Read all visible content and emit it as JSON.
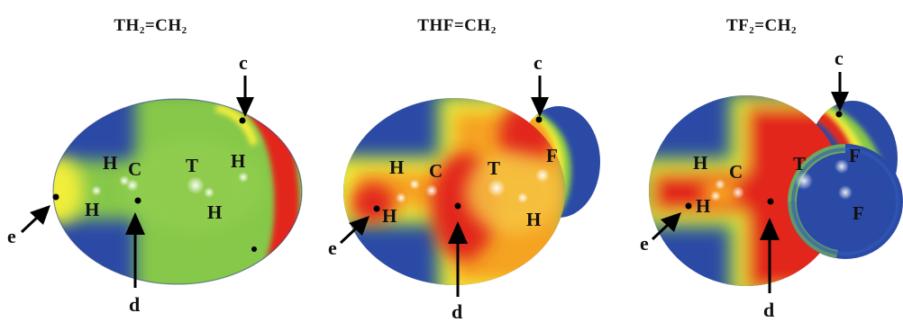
{
  "panels": [
    {
      "title": {
        "a": "TH",
        "s1": "2",
        "b": "=CH",
        "s2": "2"
      },
      "atoms": [
        "H",
        "C",
        "T",
        "H",
        "H",
        "H"
      ],
      "points": [
        "c",
        "d",
        "e"
      ]
    },
    {
      "title": {
        "a": "THF=CH",
        "s1": "",
        "b": "",
        "s2": "2"
      },
      "atoms": [
        "H",
        "C",
        "T",
        "F",
        "H",
        "H"
      ],
      "points": [
        "c",
        "d",
        "e"
      ]
    },
    {
      "title": {
        "a": "TF",
        "s1": "2",
        "b": "=CH",
        "s2": "2"
      },
      "atoms": [
        "H",
        "C",
        "T",
        "F",
        "H",
        "F"
      ],
      "points": [
        "c",
        "d",
        "e"
      ]
    }
  ],
  "colors": {
    "blue": "#2b4aa6",
    "green": "#86c84a",
    "yellow": "#f2ee3a",
    "orange": "#f5a323",
    "red": "#e2261c",
    "black": "#000000"
  }
}
